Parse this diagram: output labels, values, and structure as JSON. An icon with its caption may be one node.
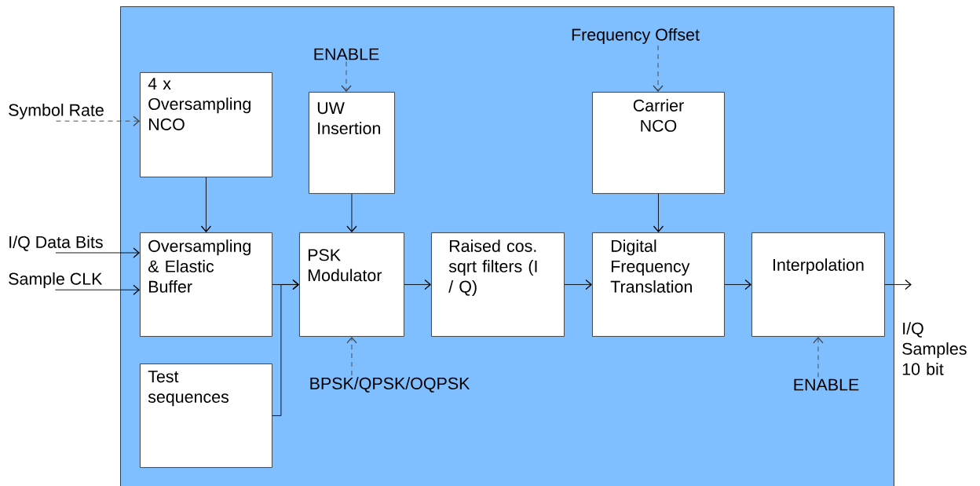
{
  "diagram": {
    "nodes": [
      {
        "text": [],
        "shape": "box"
      },
      {
        "text": [
          "4 x Oversampling NCO"
        ],
        "in": 0
      },
      {
        "text": [
          "UW Insertion"
        ],
        "in": 0
      },
      {
        "text": [
          "Carrier NCO"
        ],
        "in": 0
      },
      {
        "text": [
          "Oversampling & Elastic Buffer"
        ],
        "in": 0
      },
      {
        "text": [
          "PSK Modulator"
        ],
        "in": 0
      },
      {
        "text": [
          "Raised cos. sqrt filters (I / Q)"
        ],
        "in": 0
      },
      {
        "text": [
          "Digital Frequency Translation"
        ],
        "in": 0
      },
      {
        "text": [
          "Interpolation"
        ],
        "in": 0
      },
      {
        "text": [
          "Test sequences"
        ],
        "in": 0
      },
      {
        "text": [
          "Symbol Rate"
        ]
      },
      {
        "text": [
          "I/Q Data Bits"
        ]
      },
      {
        "text": [
          "Sample CLK"
        ]
      },
      {
        "text": [
          "ENABLE"
        ],
        "in": 0
      },
      {
        "text": [
          "Frequency Offset"
        ],
        "in": 0
      },
      {
        "text": [
          "BPSK/QPSK/OQPSK"
        ],
        "in": 0
      },
      {
        "text": [
          "ENABLE"
        ],
        "in": 0
      }
    ],
    "edges": [
      {
        "from": 10,
        "to": 1,
        "arrow": "to",
        "style": "dashed"
      },
      {
        "from": 1,
        "to": 4,
        "arrow": "to"
      },
      {
        "from": 11,
        "to": 4,
        "arrow": "to"
      },
      {
        "from": 12,
        "to": 4,
        "arrow": "to"
      },
      {
        "from": 13,
        "to": 2,
        "arrow": "to",
        "style": "dashed"
      },
      {
        "from": 2,
        "to": 5,
        "arrow": "to"
      },
      {
        "from": 4,
        "to": 5,
        "arrow": "to"
      },
      {
        "from": 9,
        "to": 5,
        "arrow": "to"
      },
      {
        "from": 15,
        "to": 5,
        "arrow": "to",
        "style": "dashed"
      },
      {
        "from": 5,
        "to": 6,
        "arrow": "to"
      },
      {
        "from": 14,
        "to": 3,
        "arrow": "to",
        "style": "dashed"
      },
      {
        "from": 3,
        "to": 7,
        "arrow": "to"
      },
      {
        "from": 6,
        "to": 7,
        "arrow": "to"
      },
      {
        "from": 7,
        "to": 8,
        "arrow": "to"
      },
      {
        "from": 16,
        "to": 8,
        "arrow": "to",
        "style": "dashed"
      },
      {
        "from": 8,
        "to": null,
        "arrow": "to"
      }
    ],
    "labels": [
      "I/Q Samples 10 bit"
    ]
  }
}
